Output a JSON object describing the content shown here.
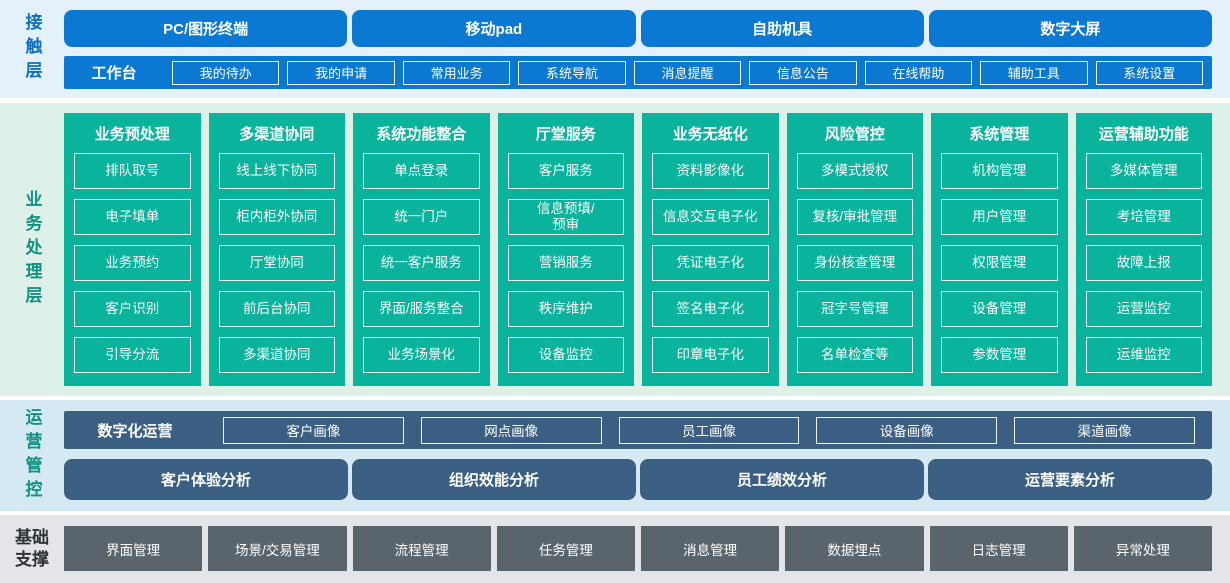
{
  "colors": {
    "blue": "#0b79d2",
    "blue_label": "#0a6fc4",
    "teal": "#0ab49c",
    "teal_label": "#0f9183",
    "slate": "#3a5f82",
    "grey_box": "#59646d",
    "band_contact_bg": "#e4f1fb",
    "band_business_bg": "#ddf1e9",
    "band_operations_bg": "#d5e9f5",
    "band_foundation_bg": "#e3e5e8"
  },
  "layers": {
    "contact": {
      "label": "接触层",
      "channels": [
        "PC/图形终端",
        "移动pad",
        "自助机具",
        "数字大屏"
      ],
      "workbench": {
        "label": "工作台",
        "items": [
          "我的待办",
          "我的申请",
          "常用业务",
          "系统导航",
          "消息提醒",
          "信息公告",
          "在线帮助",
          "辅助工具",
          "系统设置"
        ]
      }
    },
    "business": {
      "label": "业务处理层",
      "columns": [
        {
          "title": "业务预处理",
          "items": [
            "排队取号",
            "电子填单",
            "业务预约",
            "客户识别",
            "引导分流"
          ]
        },
        {
          "title": "多渠道协同",
          "items": [
            "线上线下协同",
            "柜内柜外协同",
            "厅堂协同",
            "前后台协同",
            "多渠道协同"
          ]
        },
        {
          "title": "系统功能整合",
          "items": [
            "单点登录",
            "统一门户",
            "统一客户服务",
            "界面/服务整合",
            "业务场景化"
          ]
        },
        {
          "title": "厅堂服务",
          "items": [
            "客户服务",
            "信息预填/\n预审",
            "营销服务",
            "秩序维护",
            "设备监控"
          ]
        },
        {
          "title": "业务无纸化",
          "items": [
            "资料影像化",
            "信息交互电子化",
            "凭证电子化",
            "签名电子化",
            "印章电子化"
          ]
        },
        {
          "title": "风险管控",
          "items": [
            "多模式授权",
            "复核/审批管理",
            "身份核查管理",
            "冠字号管理",
            "名单检查等"
          ]
        },
        {
          "title": "系统管理",
          "items": [
            "机构管理",
            "用户管理",
            "权限管理",
            "设备管理",
            "参数管理"
          ]
        },
        {
          "title": "运营辅助功能",
          "items": [
            "多媒体管理",
            "考培管理",
            "故障上报",
            "运营监控",
            "运维监控"
          ]
        }
      ]
    },
    "operations": {
      "label": "运营管控",
      "digital": {
        "label": "数字化运营",
        "items": [
          "客户画像",
          "网点画像",
          "员工画像",
          "设备画像",
          "渠道画像"
        ]
      },
      "analysis": [
        "客户体验分析",
        "组织效能分析",
        "员工绩效分析",
        "运营要素分析"
      ]
    },
    "foundation": {
      "label": "基础支撑",
      "items": [
        "界面管理",
        "场景/交易管理",
        "流程管理",
        "任务管理",
        "消息管理",
        "数据埋点",
        "日志管理",
        "异常处理"
      ]
    }
  }
}
